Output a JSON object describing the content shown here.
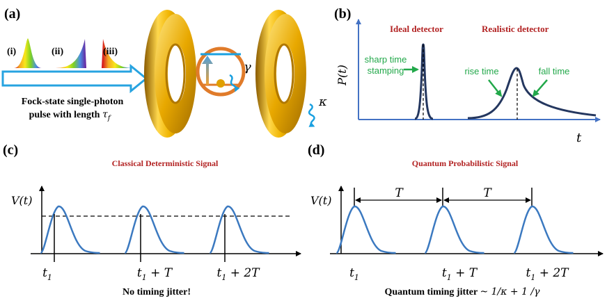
{
  "panel_a": {
    "label": "(a)",
    "spectrum_labels": [
      "(i)",
      "(ii)",
      "(iii)"
    ],
    "pulse_line1": "Fock-state single-photon",
    "pulse_line2_prefix": "pulse with length ",
    "tau": "τ",
    "tau_sub": "f",
    "gamma": "γ",
    "kappa": "κ"
  },
  "panel_b": {
    "label": "(b)",
    "ideal_title": "Ideal detector",
    "realistic_title": "Realistic detector",
    "sharp_line1": "sharp time",
    "sharp_line2": "stamping",
    "rise": "rise time",
    "fall": "fall time",
    "ylabel": "P(t)",
    "xlabel": "t"
  },
  "panel_c": {
    "label": "(c)",
    "title": "Classical Deterministic Signal",
    "ylabel": "V(t)",
    "ticks": [
      {
        "base": "t",
        "sub": "1",
        "rest": ""
      },
      {
        "base": "t",
        "sub": "1",
        "rest": " + T"
      },
      {
        "base": "t",
        "sub": "1",
        "rest": " + 2T"
      }
    ],
    "caption": "No timing jitter!"
  },
  "panel_d": {
    "label": "(d)",
    "title": "Quantum Probabilistic Signal",
    "ylabel": "V(t)",
    "period": "T",
    "ticks": [
      {
        "base": "t",
        "sub": "1",
        "rest": ""
      },
      {
        "base": "t",
        "sub": "1",
        "rest": " + T"
      },
      {
        "base": "t",
        "sub": "1",
        "rest": " + 2T"
      }
    ],
    "caption_prefix": "Quantum timing jitter ",
    "caption_formula": "~ 1/κ + 1 /γ"
  },
  "colors": {
    "title_red": "#b22222",
    "green": "#22a84a",
    "blue_curve": "#3b79c0",
    "dark_curve": "#24375f",
    "axis_blue": "#4472c4",
    "gold": "#e0a800",
    "atom_orange": "#e07b2a",
    "photon_blue": "#1aa0e0"
  }
}
